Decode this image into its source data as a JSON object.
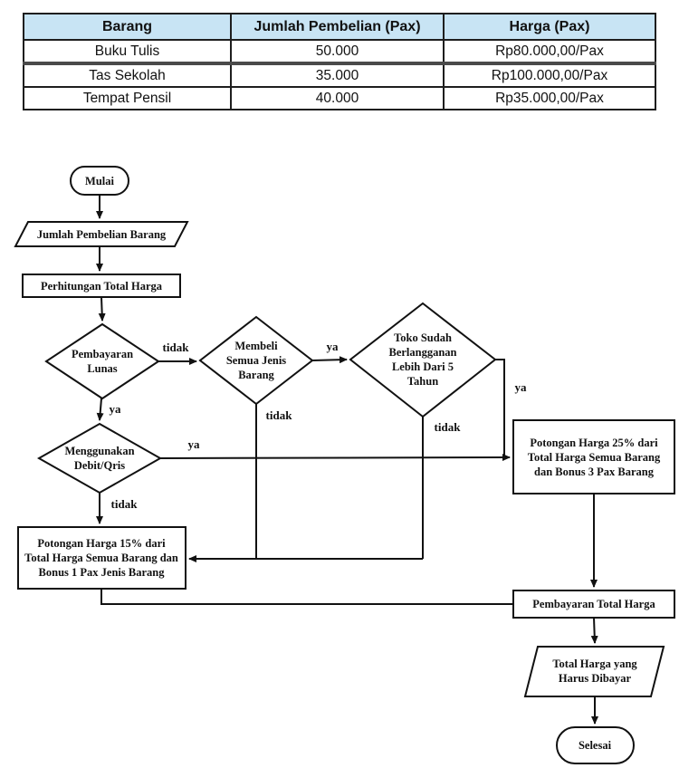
{
  "table": {
    "header_bg": "#c8e4f4",
    "headers": [
      "Barang",
      "Jumlah Pembelian (Pax)",
      "Harga (Pax)"
    ],
    "rows": [
      [
        "Buku Tulis",
        "50.000",
        "Rp80.000,00/Pax"
      ],
      [
        "Tas Sekolah",
        "35.000",
        "Rp100.000,00/Pax"
      ],
      [
        "Tempat Pensil",
        "40.000",
        "Rp35.000,00/Pax"
      ]
    ]
  },
  "flowchart": {
    "stroke_color": "#111111",
    "nodes": {
      "start": "Mulai",
      "input_purchase": "Jumlah Pembelian Barang",
      "calc_total": "Perhitungan Total Harga",
      "decision_paid_full": "Pembayaran\nLunas",
      "decision_all_items": "Membeli\nSemua Jenis\nBarang",
      "decision_loyal_customer": "Toko Sudah\nBerlangganan\nLebih Dari 5\nTahun",
      "decision_debit_qris": "Menggunakan\nDebit/Qris",
      "discount_25": "Potongan Harga 25% dari\nTotal Harga Semua Barang\ndan Bonus 3 Pax Barang",
      "discount_15": "Potongan Harga 15% dari\nTotal Harga Semua Barang dan\nBonus 1 Pax Jenis Barang",
      "pay_total": "Pembayaran Total Harga",
      "output_total": "Total Harga yang\nHarus Dibayar",
      "end": "Selesai"
    },
    "edge_labels": {
      "yes": "ya",
      "no": "tidak"
    }
  }
}
